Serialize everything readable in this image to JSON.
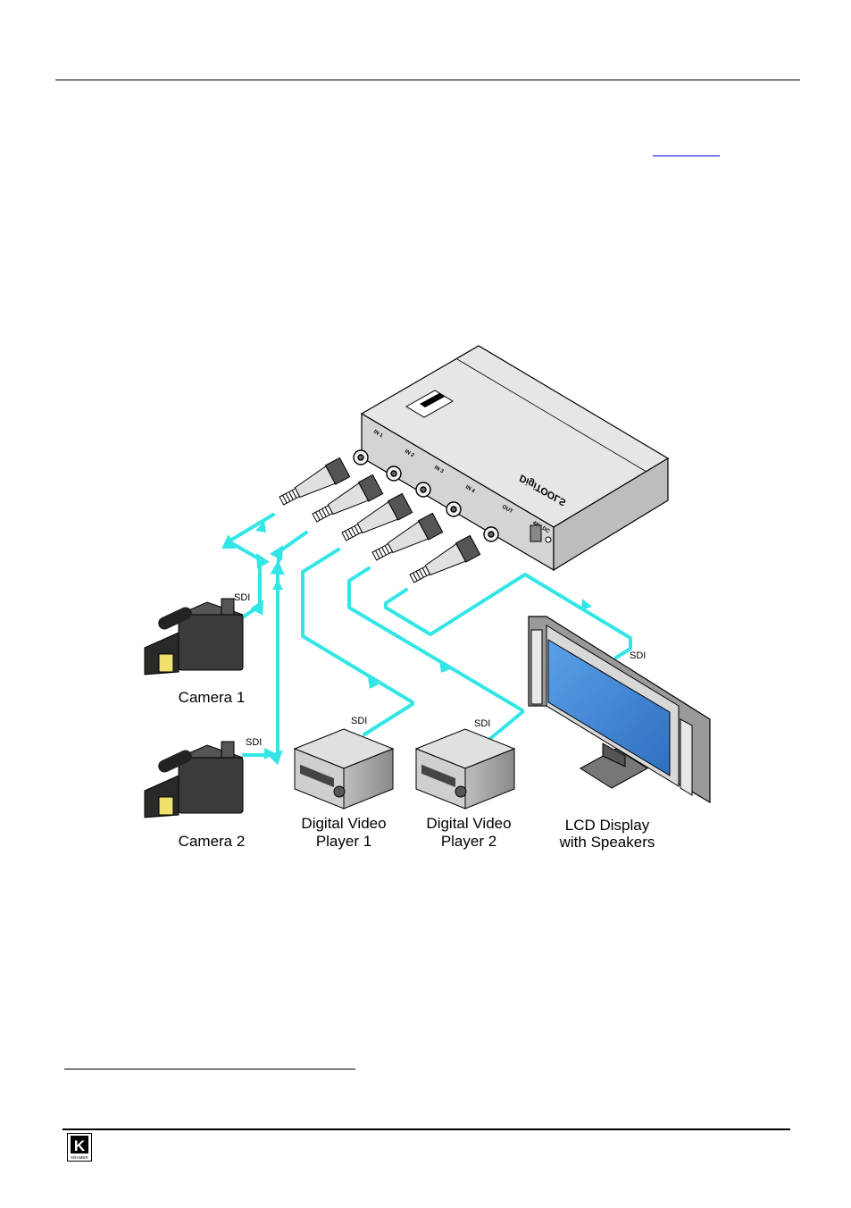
{
  "brand_mark_letter": "K",
  "brand_mark_sub": "KRAMER",
  "device_brand_text": "DigiTOOLS",
  "device": {
    "ports": [
      "IN 1",
      "IN 2",
      "IN 3",
      "IN 4",
      "OUT"
    ],
    "power_label": "48V DC"
  },
  "signal_label": "SDI",
  "sources": {
    "camera1": "Camera 1",
    "camera2": "Camera 2",
    "player1_line1": "Digital Video",
    "player1_line2": "Player 1",
    "player2_line1": "Digital Video",
    "player2_line2": "Player 2"
  },
  "display": {
    "line1": "LCD Display",
    "line2": "with Speakers"
  },
  "colors": {
    "cable": "#33e6e6",
    "device_body": "#d9d9d9",
    "screen": "#4a8fd8"
  }
}
